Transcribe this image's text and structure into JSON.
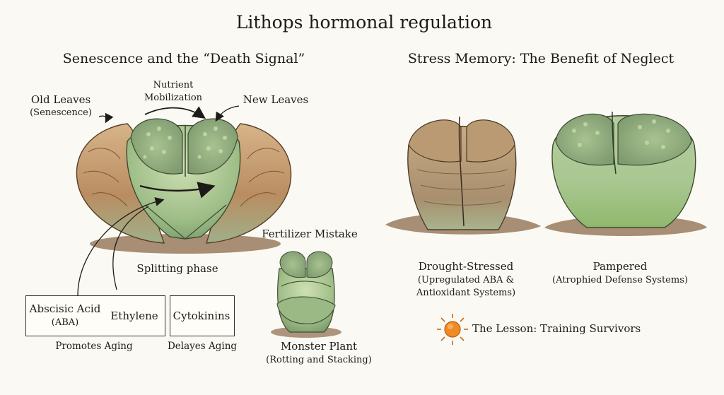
{
  "title": "Lithops hormonal regulation",
  "left": {
    "heading": "Senescence and the “Death Signal”",
    "old_leaves": {
      "label": "Old Leaves",
      "sub": "(Senescence)"
    },
    "nutrient": {
      "line1": "Nutrient",
      "line2": "Mobilization"
    },
    "new_leaves": {
      "label": "New Leaves"
    },
    "splitting": "Splitting phase",
    "hormones_box": {
      "aba_line1": "Abscisic Acid",
      "aba_line2": "(ABA)",
      "ethylene": "Ethylene",
      "caption": "Promotes Aging"
    },
    "cytokinins_box": {
      "label": "Cytokinins",
      "caption": "Delayes Aging"
    },
    "fertilizer": {
      "heading": "Fertilizer Mistake",
      "label": "Monster Plant",
      "sub": "(Rotting and Stacking)"
    }
  },
  "right": {
    "heading": "Stress Memory: The Benefit of Neglect",
    "drought": {
      "label": "Drought-Stressed",
      "sub1": "(Upregulated ABA &",
      "sub2": "Antioxidant Systems)"
    },
    "pampered": {
      "label": "Pampered",
      "sub": "(Atrophied Defense Systems)"
    },
    "lesson": "The Lesson: Training Survivors"
  },
  "colors": {
    "plant_green": "#a9c68e",
    "plant_top": "#8fae80",
    "old_leaf": "#c49a6c",
    "soil": "#8b6a4a",
    "cross": "#d98b7d",
    "sun": "#f08a24"
  },
  "icons": [
    "sun-icon",
    "cross-icon"
  ]
}
